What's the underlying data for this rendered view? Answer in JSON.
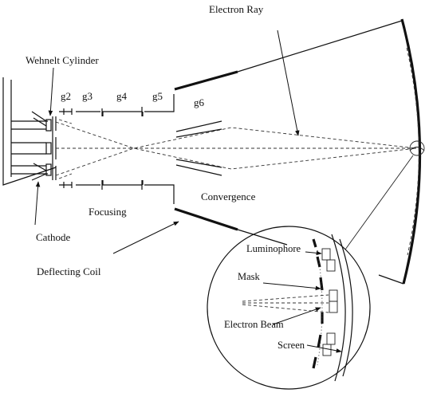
{
  "labels": {
    "electron_ray": "Electron Ray",
    "wehnelt_cylinder": "Wehnelt Cylinder",
    "g2": "g2",
    "g3": "g3",
    "g4": "g4",
    "g5": "g5",
    "g6": "g6",
    "cathode": "Cathode",
    "focusing": "Focusing",
    "convergence": "Convergence",
    "deflecting_coil": "Deflecting Coil",
    "luminophore": "Luminophore",
    "mask": "Mask",
    "electron_beam": "Electron Beam",
    "screen": "Screen"
  }
}
